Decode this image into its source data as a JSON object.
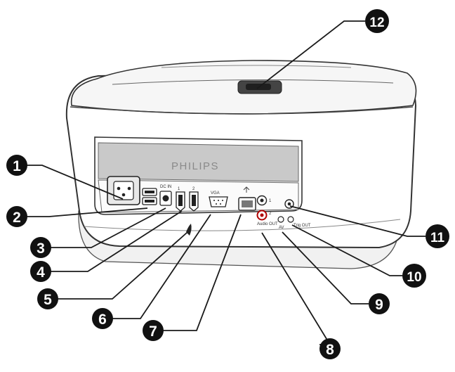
{
  "device": {
    "brand": "PHILIPS",
    "port_labels": {
      "dc_in": "DC IN",
      "hdmi_1": "1",
      "hdmi_2": "2",
      "vga": "VGA",
      "av_1": "1",
      "av_2": "2",
      "audio_out": "Audio OUT",
      "av": "AV",
      "trig_out": "Trig OUT"
    }
  },
  "callouts": [
    {
      "id": "c1",
      "label": "1"
    },
    {
      "id": "c2",
      "label": "2"
    },
    {
      "id": "c3",
      "label": "3"
    },
    {
      "id": "c4",
      "label": "4"
    },
    {
      "id": "c5",
      "label": "5"
    },
    {
      "id": "c6",
      "label": "6"
    },
    {
      "id": "c7",
      "label": "7"
    },
    {
      "id": "c8",
      "label": "8"
    },
    {
      "id": "c9",
      "label": "9"
    },
    {
      "id": "c10",
      "label": "10"
    },
    {
      "id": "c11",
      "label": "11"
    },
    {
      "id": "c12",
      "label": "12"
    }
  ]
}
